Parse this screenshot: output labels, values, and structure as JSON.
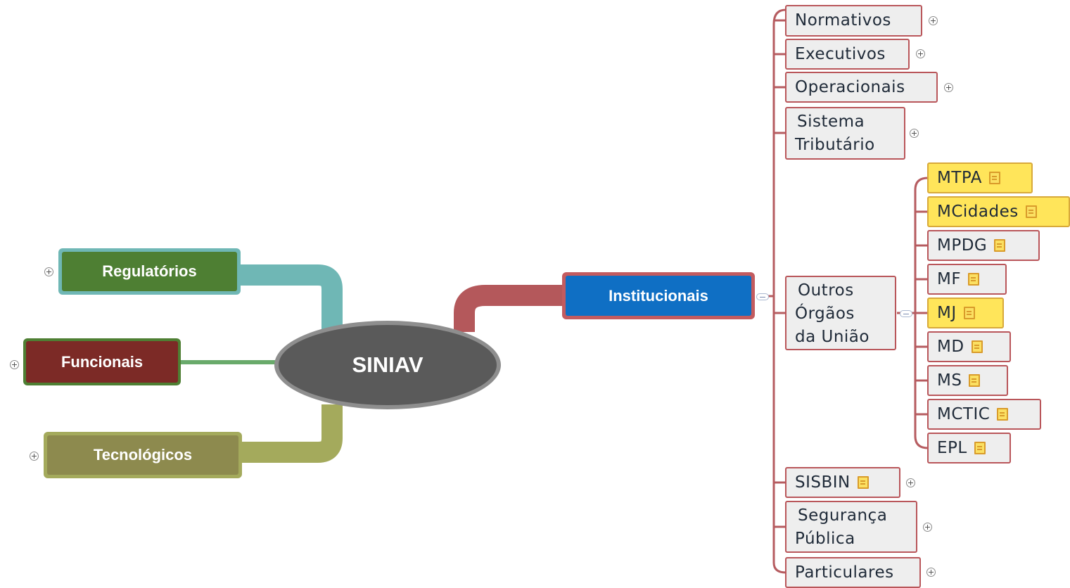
{
  "center": {
    "label": "SINIAV"
  },
  "left_branches": {
    "regulatorios": {
      "label": "Regulatórios",
      "color": "#4e7f33",
      "link_color": "#6fb7b5"
    },
    "funcionais": {
      "label": "Funcionais",
      "color": "#7c2a26",
      "link_color": "#69aa6b"
    },
    "tecnologicos": {
      "label": "Tecnológicos",
      "color": "#8d8a4e",
      "link_color": "#a4aa5c"
    }
  },
  "institucionais": {
    "label": "Institucionais",
    "color": "#0f6fc4",
    "border_color": "#c35b5f",
    "children": {
      "normativos": {
        "label": "Normativos"
      },
      "executivos": {
        "label": "Executivos"
      },
      "operacionais": {
        "label": "Operacionais"
      },
      "sistema_tributario": {
        "line1": "Sistema",
        "line2": "Tributário"
      },
      "outros_orgaos": {
        "line1": "Outros",
        "line2": "Órgãos",
        "line3": "da União",
        "children": [
          "MTPA",
          "MCidades",
          "MPDG",
          "MF",
          "MJ",
          "MD",
          "MS",
          "MCTIC",
          "EPL"
        ]
      },
      "sisbin": {
        "label": "SISBIN"
      },
      "seguranca_publica": {
        "line1": "Segurança",
        "line2": "Pública"
      },
      "particulares": {
        "label": "Particulares"
      }
    }
  },
  "icons": {
    "expand": "expand-plus-icon",
    "collapse": "collapse-minus-icon",
    "note": "note-icon"
  }
}
